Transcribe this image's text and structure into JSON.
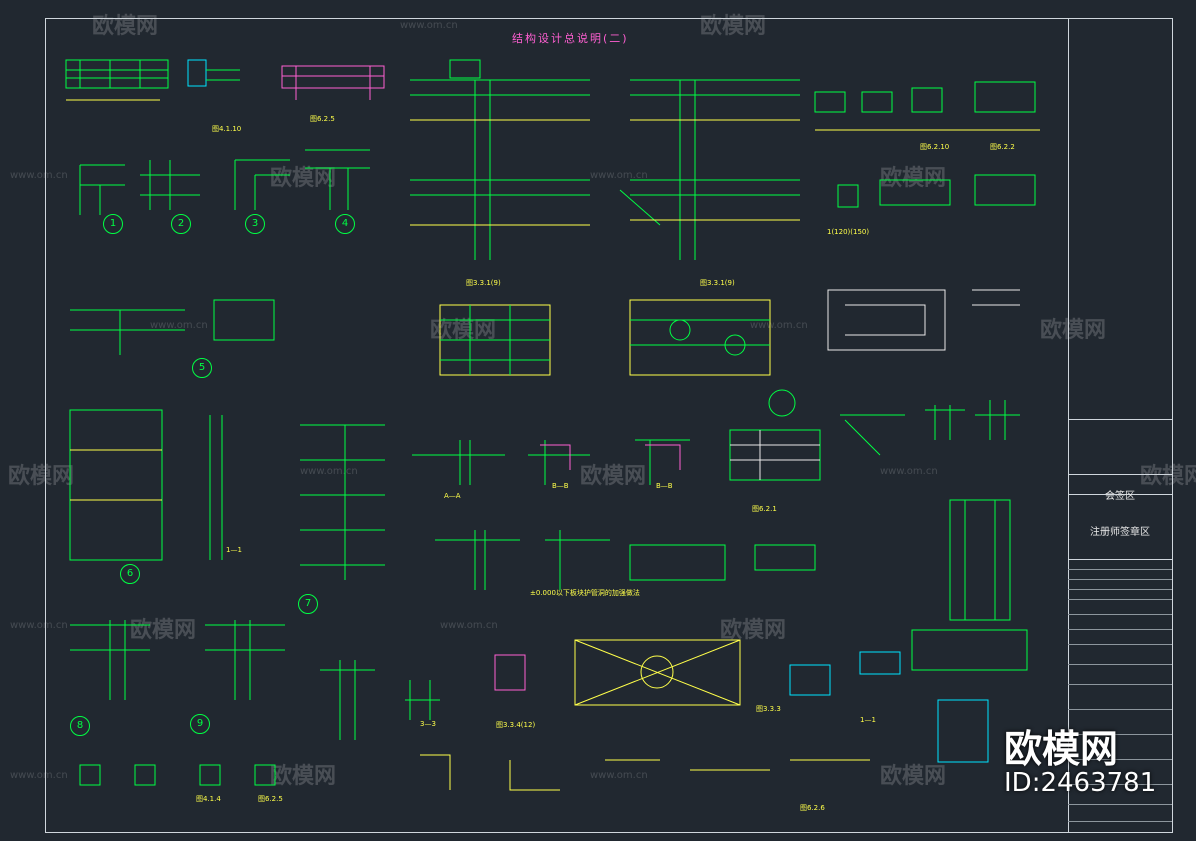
{
  "drawing": {
    "title": "结构设计总说明(二)",
    "sidebar_labels": [
      "会签区",
      "注册师签章区"
    ],
    "watermark_text": "欧模网",
    "watermark_url": "www.om.cn",
    "brand": "欧模网",
    "id_label": "ID:2463781"
  },
  "circles": [
    "1",
    "2",
    "3",
    "4",
    "5",
    "6",
    "7",
    "8",
    "9"
  ],
  "captions": {
    "c1": "图4.1.10",
    "c2": "图6.2.5",
    "c3": "图3.3.1(9)",
    "c4": "图3.3.1(9)",
    "c5": "图6.2.10",
    "c6": "图6.2.2",
    "c7": "1(120)(150)",
    "c8": "A—A",
    "c9": "B—B",
    "c10": "B—B",
    "c11": "图6.2.1",
    "c12": "1—1",
    "c13": "图3.3.4(12)",
    "c14": "图3.3.3",
    "c15": "图4.1.4",
    "c16": "图6.2.5",
    "c17": "图6.2.6",
    "c18": "±0.000以下板块护管洞的加强做法",
    "c19": "1—1",
    "c20": "3—3"
  },
  "colors": {
    "background": "#212830",
    "green": "#00ff44",
    "yellow": "#ffff4a",
    "magenta": "#ff5fd2",
    "cyan": "#00e5ff",
    "white": "#e9e9e9"
  },
  "icons": [
    "cad-detail-icon"
  ]
}
